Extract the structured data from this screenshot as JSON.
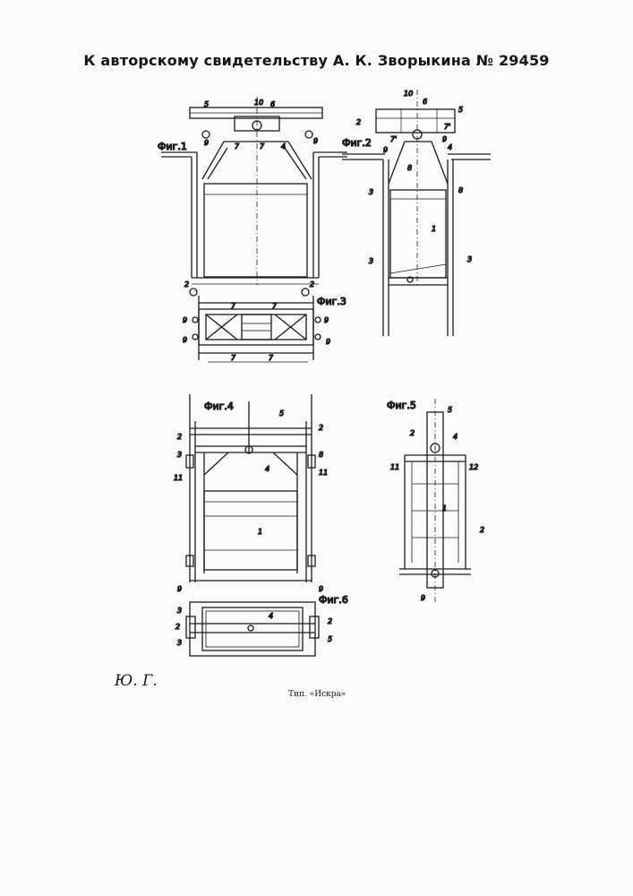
{
  "header": {
    "title": "К авторскому свидетельству А. К. Зворыкина № 29459"
  },
  "footer": {
    "initials": "Ю. Г.",
    "printer": "Тип. «Искра»"
  },
  "figures": {
    "fig1": "Фиг.1",
    "fig2": "Фиг.2",
    "fig3": "Фиг.3",
    "fig4": "Фиг.4",
    "fig5": "Фиг.5",
    "fig6": "Фиг.6"
  },
  "labels": {
    "f1": [
      "5",
      "10",
      "6",
      "9",
      "7",
      "7",
      "4",
      "9"
    ],
    "f2": [
      "10",
      "6",
      "2",
      "5",
      "7'",
      "7'",
      "9",
      "9",
      "4",
      "8",
      "3",
      "8",
      "1",
      "3",
      "3"
    ],
    "f3": [
      "2",
      "2",
      "7",
      "7",
      "9",
      "9",
      "9",
      "9",
      "7",
      "7"
    ],
    "f4": [
      "5",
      "2",
      "2",
      "3",
      "8",
      "4",
      "11",
      "11",
      "1",
      "9",
      "9"
    ],
    "f5": [
      "5",
      "2",
      "4",
      "11",
      "12",
      "1",
      "2",
      "9"
    ],
    "f6": [
      "3",
      "2",
      "4",
      "2",
      "3",
      "5"
    ]
  }
}
